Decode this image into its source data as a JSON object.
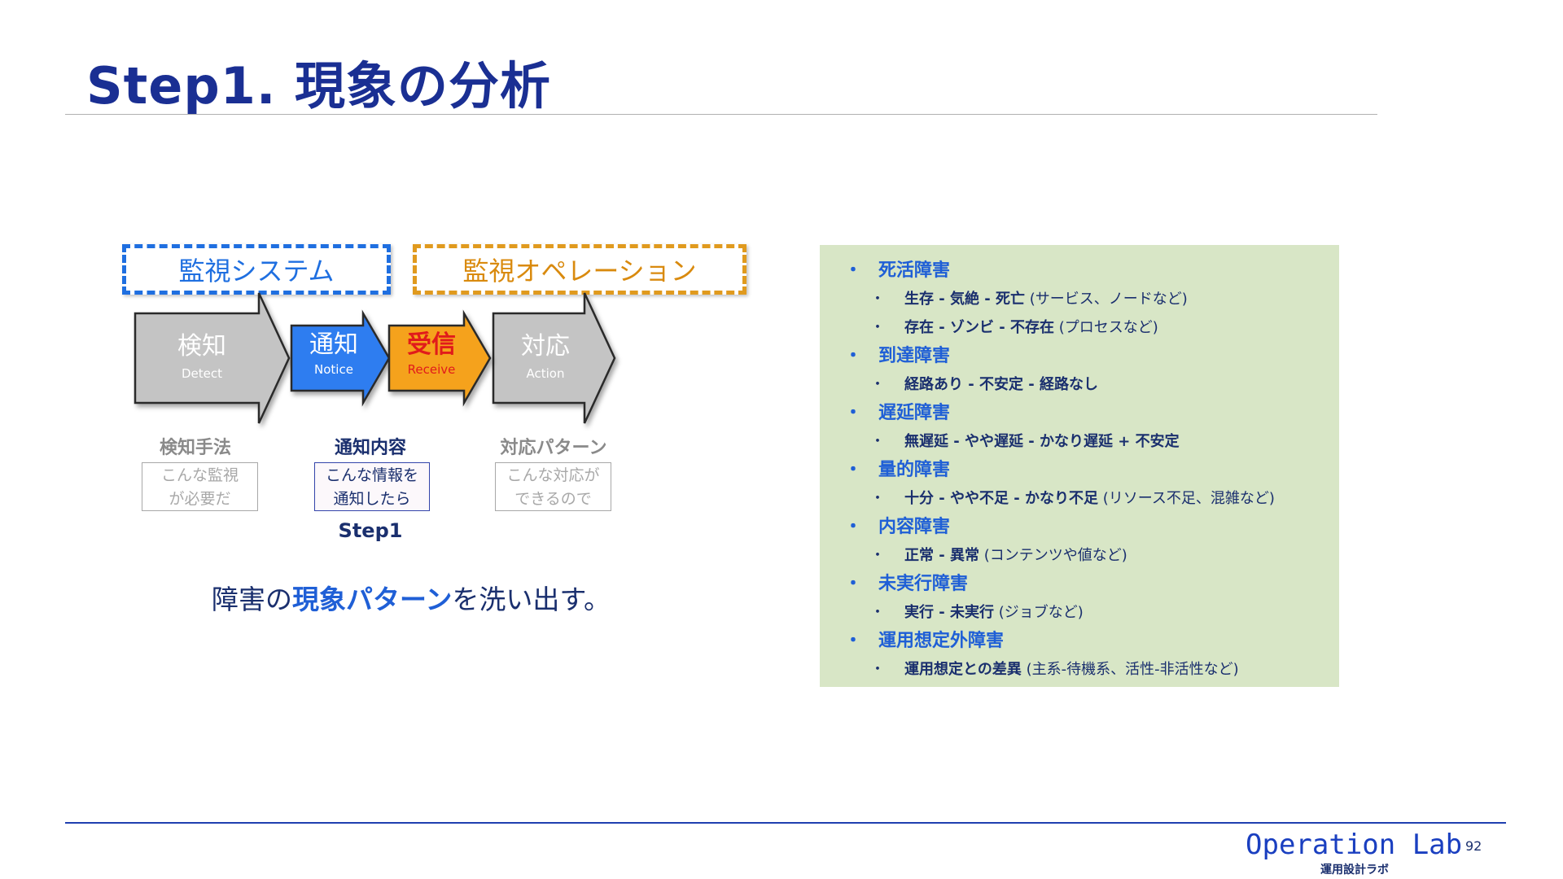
{
  "title": "Step1. 現象の分析",
  "groups": {
    "system": "監視システム",
    "operation": "監視オペレーション"
  },
  "flow": [
    {
      "jp": "検知",
      "en": "Detect"
    },
    {
      "jp": "通知",
      "en": "Notice"
    },
    {
      "jp": "受信",
      "en": "Receive"
    },
    {
      "jp": "対応",
      "en": "Action"
    }
  ],
  "columns": [
    {
      "heading": "検知手法",
      "line1": "こんな監視",
      "line2": "が必要だ"
    },
    {
      "heading": "通知内容",
      "line1": "こんな情報を",
      "line2": "通知したら"
    },
    {
      "heading": "対応パターン",
      "line1": "こんな対応が",
      "line2": "できるので"
    }
  ],
  "step_label": "Step1",
  "summary": {
    "pre": "障害の",
    "highlight": "現象パターン",
    "post": "を洗い出す。"
  },
  "categories": [
    {
      "name": "死活障害",
      "items": [
        {
          "bold": "生存 - 気絶 - 死亡",
          "note": "(サービス、ノードなど)"
        },
        {
          "bold": "存在 - ゾンビ - 不存在",
          "note": "(プロセスなど)"
        }
      ]
    },
    {
      "name": "到達障害",
      "items": [
        {
          "bold": "経路あり - 不安定 - 経路なし",
          "note": ""
        }
      ]
    },
    {
      "name": "遅延障害",
      "items": [
        {
          "bold": "無遅延 - やや遅延 - かなり遅延 + 不安定",
          "note": ""
        }
      ]
    },
    {
      "name": "量的障害",
      "items": [
        {
          "bold": "十分 - やや不足 - かなり不足",
          "note": "(リソース不足、混雑など)"
        }
      ]
    },
    {
      "name": "内容障害",
      "items": [
        {
          "bold": "正常 - 異常",
          "note": "(コンテンツや値など)"
        }
      ]
    },
    {
      "name": "未実行障害",
      "items": [
        {
          "bold": "実行 - 未実行",
          "note": "(ジョブなど)"
        }
      ]
    },
    {
      "name": "運用想定外障害",
      "items": [
        {
          "bold": "運用想定との差異",
          "note": "(主系-待機系、活性-非活性など)"
        }
      ]
    }
  ],
  "footer": {
    "brand": "Operation Lab",
    "brand_sub": "運用設計ラボ",
    "page": "92"
  },
  "colors": {
    "title": "#1a2f93",
    "system_blue": "#1f6fe0",
    "operation_orange": "#e09a1e",
    "arrow_gray": "#c4c4c4",
    "arrow_blue": "#2f7df0",
    "arrow_orange": "#f5a21a",
    "panel_green": "#d8e6c6"
  }
}
